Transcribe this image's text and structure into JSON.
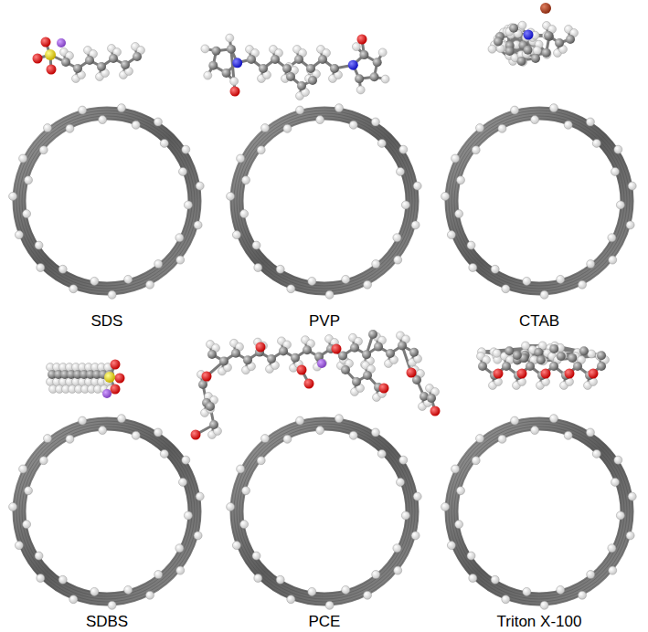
{
  "diagram": {
    "labels": [
      "SDS",
      "PVP",
      "CTAB",
      "SDBS",
      "PCE",
      "Triton X-100"
    ]
  }
}
